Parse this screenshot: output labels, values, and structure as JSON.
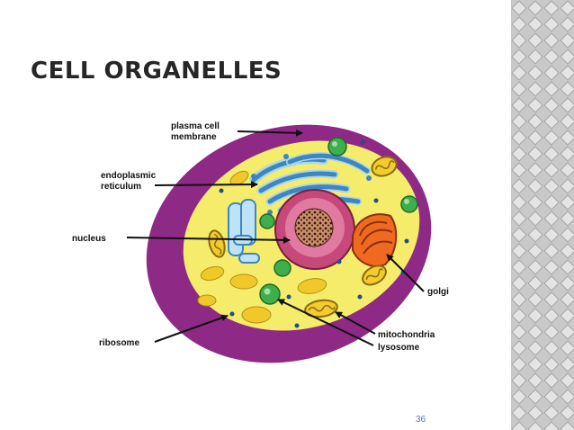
{
  "slide": {
    "title": "CELL ORGANELLES",
    "page_number": "36"
  },
  "labels": {
    "plasma_membrane": [
      "plasma cell",
      "membrane"
    ],
    "endoplasmic_reticulum": [
      "endoplasmic",
      "reticulum"
    ],
    "nucleus": "nucleus",
    "ribosome": "ribosome",
    "golgi": "golgi",
    "mitochondria": "mitochondria",
    "lysosome": "lysosome"
  },
  "colors": {
    "membrane": "#8e2a86",
    "cytoplasm": "#f4ec6a",
    "nucleus": "#c7487a",
    "nucleolus": "#7a1f2d",
    "er": "#5aa6d6",
    "golgi": "#ef6a1e",
    "mitochondria": "#f2cc2e",
    "lysosome": "#3fae4c",
    "pattern_light": "#d6d6d6",
    "pattern_dark": "#a9a9a9",
    "title": "#262626",
    "page_number": "#4a78b8"
  }
}
